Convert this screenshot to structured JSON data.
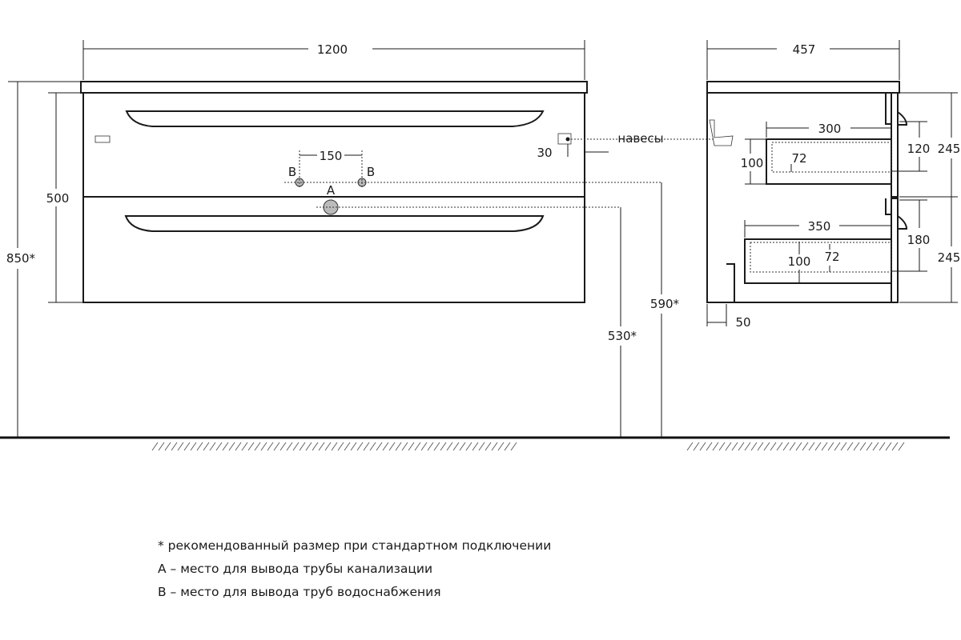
{
  "front_view": {
    "width": "1200",
    "height": "850*",
    "body_height": "500",
    "pipe_spacing": "150",
    "hinge_offset": "30",
    "label_b_left": "B",
    "label_b_right": "B",
    "label_a": "A",
    "drain_height": "590*",
    "supply_height": "530*",
    "hinges_label": "навесы"
  },
  "side_view": {
    "depth": "457",
    "upper_drawer_depth": "300",
    "lower_drawer_depth": "350",
    "upper_drawer_height": "100",
    "upper_drawer_inner": "72",
    "lower_drawer_height": "100",
    "lower_drawer_inner": "72",
    "upper_front_height": "245",
    "lower_front_height": "245",
    "upper_gap": "120",
    "lower_gap": "180",
    "back_offset": "50"
  },
  "notes": [
    "* рекомендованный размер при стандартном подключении",
    "A – место для вывода трубы канализации",
    "B – место для вывода труб водоснабжения"
  ]
}
